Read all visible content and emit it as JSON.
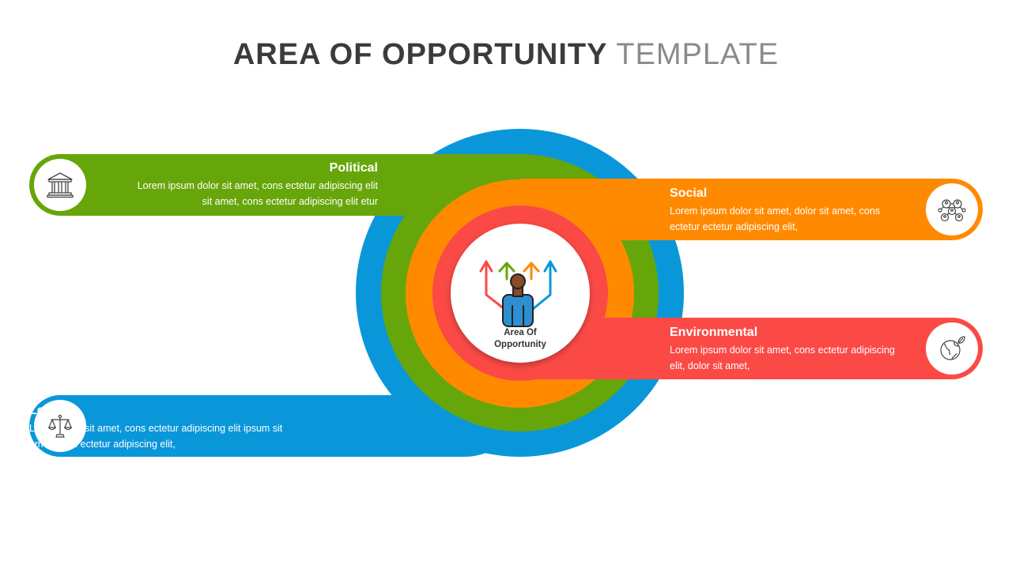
{
  "title": {
    "bold": "AREA OF OPPORTUNITY",
    "light": "TEMPLATE"
  },
  "center": {
    "line1": "Area Of",
    "line2": "Opportunity",
    "icon": "person-arrows-icon"
  },
  "items": {
    "political": {
      "title": "Political",
      "line1": "Lorem ipsum dolor sit amet, cons ectetur adipiscing elit",
      "line2": "sit amet, cons ectetur adipiscing elit etur",
      "color": "#66a60a",
      "icon": "government-building-icon"
    },
    "social": {
      "title": "Social",
      "line1": "Lorem ipsum dolor sit amet, dolor sit amet, cons",
      "line2": "ectetur ectetur adipiscing elit,",
      "color": "#ff8a00",
      "icon": "social-network-icon"
    },
    "environmental": {
      "title": "Environmental",
      "line1": "Lorem ipsum dolor sit amet, cons ectetur adipiscing",
      "line2": "elit, dolor sit amet,",
      "color": "#fb4a46",
      "icon": "globe-leaf-icon"
    },
    "legal": {
      "title": "Legal",
      "line1": "Lorem dolor sit amet, cons ectetur adipiscing elit ipsum sit",
      "line2": "amet, cons ectetur adipiscing elit,",
      "color": "#0a97d9",
      "icon": "scales-of-justice-icon"
    }
  }
}
